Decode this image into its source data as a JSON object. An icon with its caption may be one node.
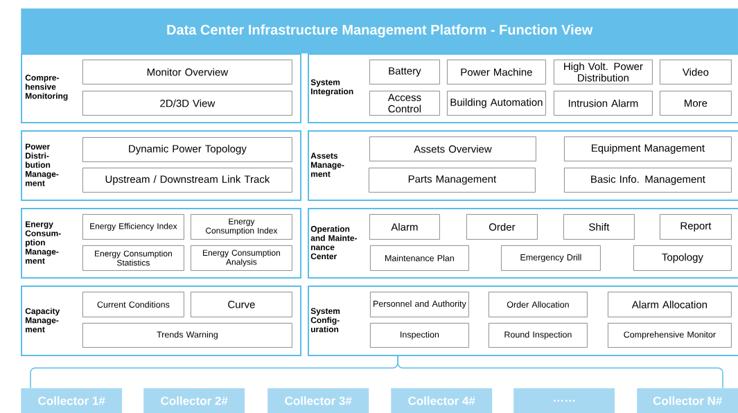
{
  "diagram": {
    "title": "Data Center Infrastructure Management Platform - Function View",
    "nodes": [
      {
        "text": [
          "Compre- hensive Monitoring"
        ]
      },
      {
        "text": [
          "Monitor Overview"
        ],
        "in": 0
      },
      {
        "text": [
          "2D/3D View"
        ],
        "in": 0
      },
      {
        "text": [
          "System Integration"
        ]
      },
      {
        "text": [
          "Battery"
        ],
        "in": 3
      },
      {
        "text": [
          "Power Machine"
        ],
        "in": 3
      },
      {
        "text": [
          "High Volt. Power Distribution"
        ],
        "in": 3
      },
      {
        "text": [
          "Video"
        ],
        "in": 3
      },
      {
        "text": [
          "Access Control"
        ],
        "in": 3
      },
      {
        "text": [
          "Building Automation"
        ],
        "in": 3
      },
      {
        "text": [
          "Intrusion Alarm"
        ],
        "in": 3
      },
      {
        "text": [
          "More"
        ],
        "in": 3
      },
      {
        "text": [
          "Power Distri- bution Manage- ment"
        ]
      },
      {
        "text": [
          "Dynamic Power Topology"
        ],
        "in": 12
      },
      {
        "text": [
          "Upstream / Downstream Link Track"
        ],
        "in": 12
      },
      {
        "text": [
          "Assets Manage- ment"
        ]
      },
      {
        "text": [
          "Assets Overview"
        ],
        "in": 15
      },
      {
        "text": [
          "Equipment Management"
        ],
        "in": 15
      },
      {
        "text": [
          "Parts Management"
        ],
        "in": 15
      },
      {
        "text": [
          "Basic Info. Management"
        ],
        "in": 15
      },
      {
        "text": [
          "Energy Consum- ption Manage- ment"
        ]
      },
      {
        "text": [
          "Energy Efficiency Index"
        ],
        "in": 20
      },
      {
        "text": [
          "Energy Consumption Index"
        ],
        "in": 20
      },
      {
        "text": [
          "Energy Consumption Statistics"
        ],
        "in": 20
      },
      {
        "text": [
          "Energy Consumption Analysis"
        ],
        "in": 20
      },
      {
        "text": [
          "Operation and Mainte- nance Center"
        ]
      },
      {
        "text": [
          "Alarm"
        ],
        "in": 25
      },
      {
        "text": [
          "Order"
        ],
        "in": 25
      },
      {
        "text": [
          "Shift"
        ],
        "in": 25
      },
      {
        "text": [
          "Report"
        ],
        "in": 25
      },
      {
        "text": [
          "Maintenance Plan"
        ],
        "in": 25
      },
      {
        "text": [
          "Emergency Drill"
        ],
        "in": 25
      },
      {
        "text": [
          "Topology"
        ],
        "in": 25
      },
      {
        "text": [
          "Capacity Manage- ment"
        ]
      },
      {
        "text": [
          "Current Conditions"
        ],
        "in": 33
      },
      {
        "text": [
          "Curve"
        ],
        "in": 33
      },
      {
        "text": [
          "Trends Warning"
        ],
        "in": 33
      },
      {
        "text": [
          "System Config- uration"
        ]
      },
      {
        "text": [
          "Personnel and Authority"
        ],
        "in": 37
      },
      {
        "text": [
          "Order Allocation"
        ],
        "in": 37
      },
      {
        "text": [
          "Alarm Allocation"
        ],
        "in": 37
      },
      {
        "text": [
          "Inspection"
        ],
        "in": 37
      },
      {
        "text": [
          "Round Inspection"
        ],
        "in": 37
      },
      {
        "text": [
          "Comprehensive Monitor"
        ],
        "in": 37
      },
      {
        "text": [
          "Collector 1#"
        ]
      },
      {
        "text": [
          "Collector 2#"
        ]
      },
      {
        "text": [
          "Collector 3#"
        ]
      },
      {
        "text": [
          "Collector 4#"
        ]
      },
      {
        "text": [
          "……"
        ]
      },
      {
        "text": [
          "Collector N#"
        ]
      }
    ],
    "edges": [
      {
        "from": 37,
        "to": 44,
        "arrow": "none"
      },
      {
        "from": 37,
        "to": 49,
        "arrow": "none"
      }
    ]
  }
}
